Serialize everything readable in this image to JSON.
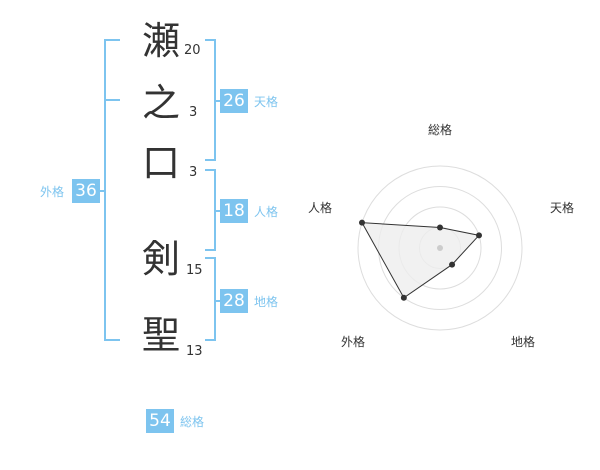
{
  "name": [
    {
      "char": "瀬",
      "strokes": "20"
    },
    {
      "char": "之",
      "strokes": "3"
    },
    {
      "char": "口",
      "strokes": "3"
    },
    {
      "char": "剣",
      "strokes": "15"
    },
    {
      "char": "聖",
      "strokes": "13"
    }
  ],
  "fortunes": {
    "tenkaku": {
      "value": "26",
      "label": "天格"
    },
    "jinkaku": {
      "value": "18",
      "label": "人格"
    },
    "chikaku": {
      "value": "28",
      "label": "地格"
    },
    "gaikaku": {
      "value": "36",
      "label": "外格"
    },
    "soukaku": {
      "value": "54",
      "label": "総格"
    }
  },
  "radar": {
    "axes": [
      "総格",
      "天格",
      "地格",
      "外格",
      "人格"
    ],
    "levels": 4,
    "values": [
      1,
      2,
      1,
      3,
      4
    ],
    "colors": {
      "grid": "#dddddd",
      "fill": "#eeeeee",
      "line": "#333333",
      "point": "#333333",
      "center": "#cccccc"
    }
  },
  "colors": {
    "accent": "#7dc4ef",
    "text": "#333333"
  }
}
